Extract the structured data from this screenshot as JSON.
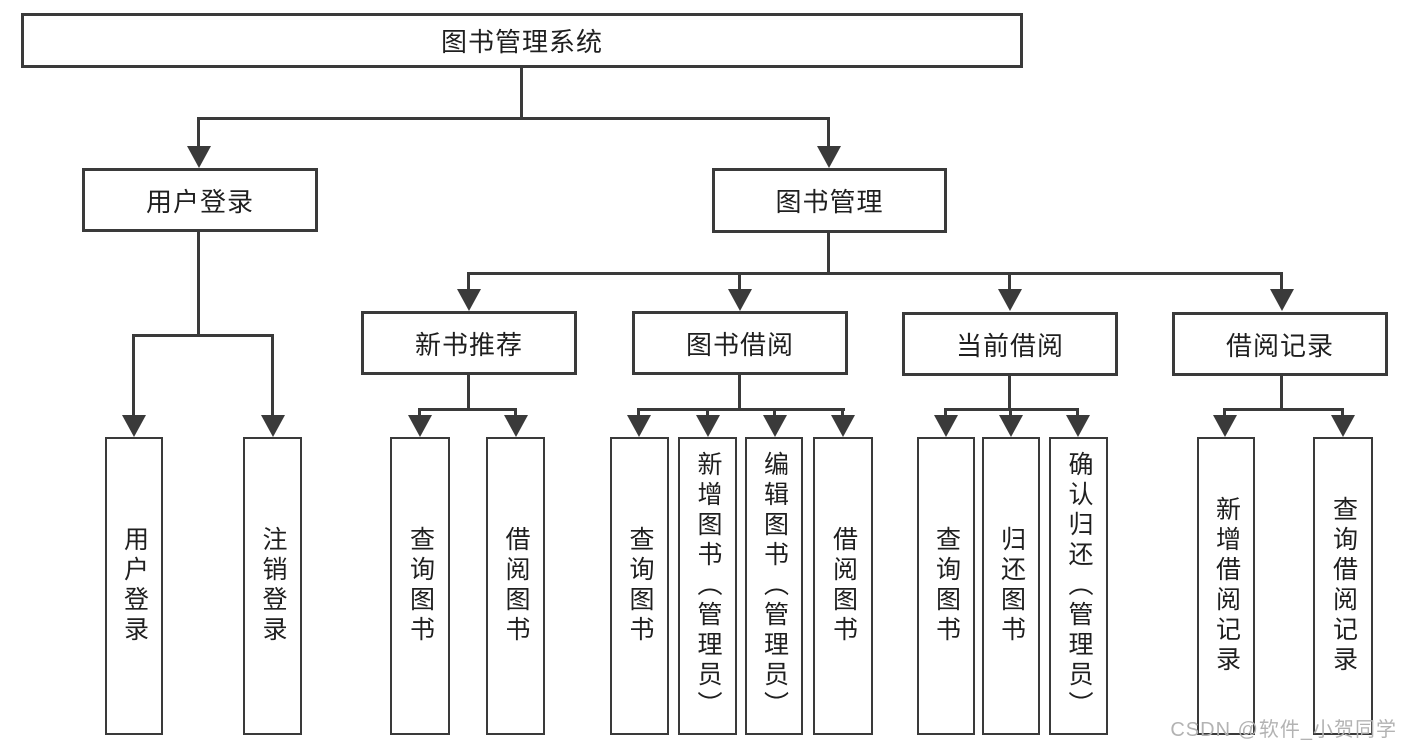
{
  "diagram": {
    "root": {
      "label": "图书管理系统"
    },
    "branches": [
      {
        "label": "用户登录",
        "children": [
          {
            "label": "用户登录"
          },
          {
            "label": "注销登录"
          }
        ]
      },
      {
        "label": "图书管理",
        "children": [
          {
            "label": "新书推荐",
            "children": [
              {
                "label": "查询图书"
              },
              {
                "label": "借阅图书"
              }
            ]
          },
          {
            "label": "图书借阅",
            "children": [
              {
                "label": "查询图书"
              },
              {
                "label": "新增图书（管理员）"
              },
              {
                "label": "编辑图书（管理员）"
              },
              {
                "label": "借阅图书"
              }
            ]
          },
          {
            "label": "当前借阅",
            "children": [
              {
                "label": "查询图书"
              },
              {
                "label": "归还图书"
              },
              {
                "label": "确认归还（管理员）"
              }
            ]
          },
          {
            "label": "借阅记录",
            "children": [
              {
                "label": "新增借阅记录"
              },
              {
                "label": "查询借阅记录"
              }
            ]
          }
        ]
      }
    ]
  },
  "watermark": {
    "text": "CSDN @软件_小贺同学"
  },
  "colors": {
    "line": "#3a3a3a",
    "text": "#1f1f1f",
    "box_background": "#ffffff",
    "watermark": "#b3b3b3",
    "page_background": "#ffffff"
  }
}
